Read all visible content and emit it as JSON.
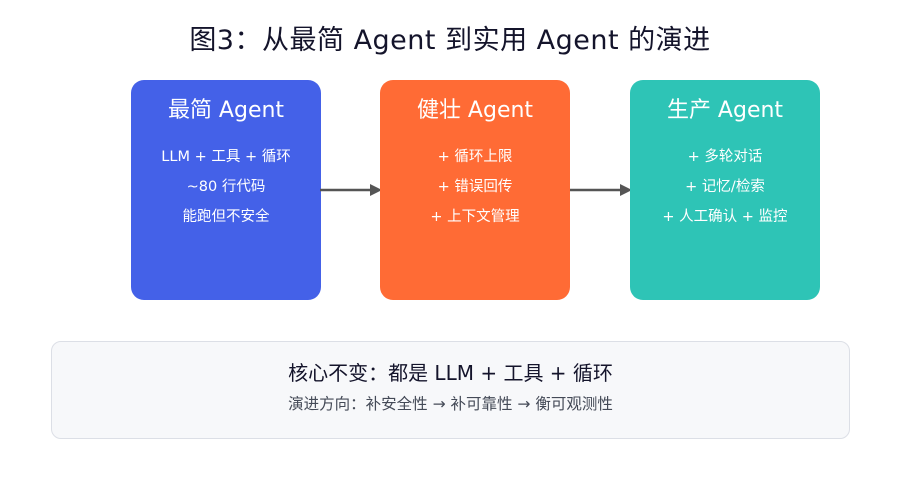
{
  "title": "图3：从最简 Agent 到实用 Agent 的演进",
  "colors": {
    "stage_1": "#4461e8",
    "stage_2": "#ff6b35",
    "stage_3": "#2ec4b6",
    "arrow": "#555555"
  },
  "stages": [
    {
      "name": "最简 Agent",
      "lines": [
        "LLM + 工具 + 循环",
        "~80 行代码",
        "能跑但不安全"
      ]
    },
    {
      "name": "健壮 Agent",
      "lines": [
        "+ 循环上限",
        "+ 错误回传",
        "+ 上下文管理"
      ]
    },
    {
      "name": "生产 Agent",
      "lines": [
        "+ 多轮对话",
        "+ 记忆/检索",
        "+ 人工确认 + 监控"
      ]
    }
  ],
  "summary": {
    "title": "核心不变：都是 LLM + 工具 + 循环",
    "subtitle": "演进方向：补安全性 → 补可靠性 → 衡可观测性"
  }
}
